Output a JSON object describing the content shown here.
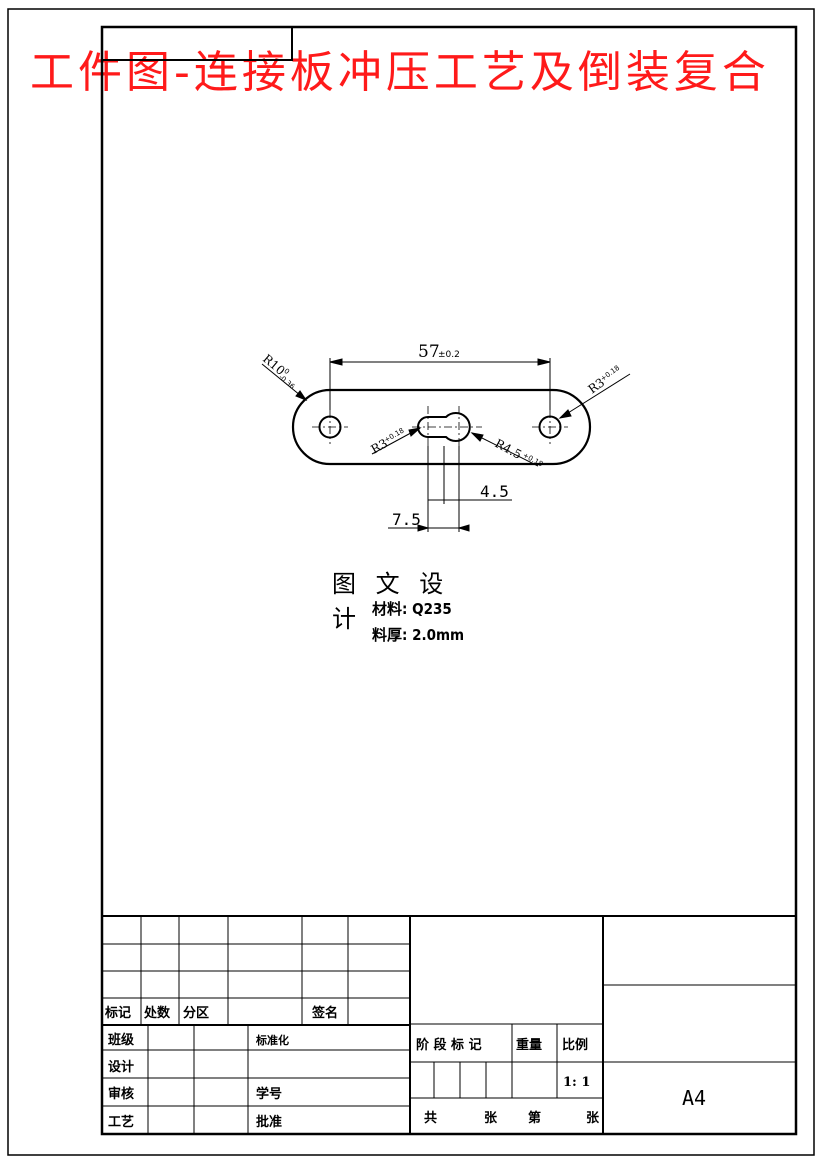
{
  "banner": "工件图-连接板冲压工艺及倒装复合",
  "dimensions": {
    "length": "57",
    "length_tol": "±0.2",
    "r_outer": "R10",
    "r_outer_tol_up": "0",
    "r_outer_tol_dn": "-0.36",
    "r_hole": "R3",
    "r_hole_tol": "+0.18",
    "r_slot_left": "R3",
    "r_slot_tol": "+0.18",
    "r_slot_right": "R4.5",
    "r_slot_right_tol": "+0.18",
    "offset_small": "4.5",
    "offset_large": "7.5"
  },
  "caption": {
    "title": "图 文 设 计",
    "material": "材料: Q235",
    "thickness": "料厚: 2.0mm"
  },
  "title_block": {
    "mark": "标记",
    "count": "处数",
    "zone": "分区",
    "signature": "签名",
    "class": "班级",
    "standardize": "标准化",
    "design": "设计",
    "review": "审核",
    "student_id": "学号",
    "process": "工艺",
    "approve": "批准",
    "stage_mark": "阶 段 标 记",
    "weight": "重量",
    "scale": "比例",
    "scale_value": "1: 1",
    "total": "共",
    "sheets": "张",
    "sheet_no": "第",
    "sheets2": "张",
    "sheet_size": "A4"
  }
}
